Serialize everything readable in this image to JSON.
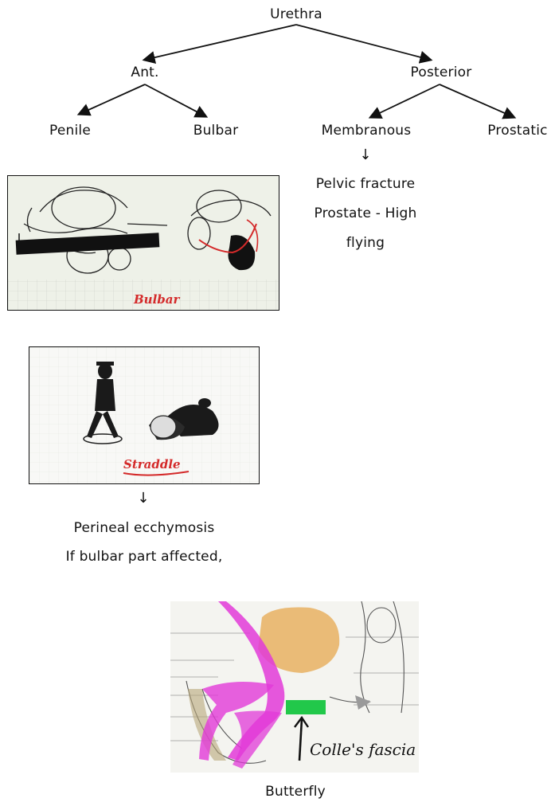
{
  "tree": {
    "root": "Urethra",
    "left": "Ant.",
    "right": "Posterior",
    "left_children": [
      "Penile",
      "Bulbar"
    ],
    "right_children": [
      "Membranous",
      "Prostatic"
    ]
  },
  "membranous_notes": {
    "arrow": "↓",
    "lines": [
      "Pelvic fracture",
      "Prostate - High",
      "flying"
    ]
  },
  "bulbar_image": {
    "caption": "Bulbar"
  },
  "straddle_image": {
    "caption": "Straddle"
  },
  "straddle_notes": {
    "arrow": "↓",
    "lines": [
      "Perineal ecchymosis",
      "If bulbar part affected,"
    ]
  },
  "fascia_image": {
    "annotation": "Colle's fascia"
  },
  "butterfly_caption": "Butterfly",
  "colors": {
    "caption_red": "#d42a2a",
    "magenta": "#e23ad8",
    "green": "#22c84a",
    "orange": "#e8a045"
  }
}
